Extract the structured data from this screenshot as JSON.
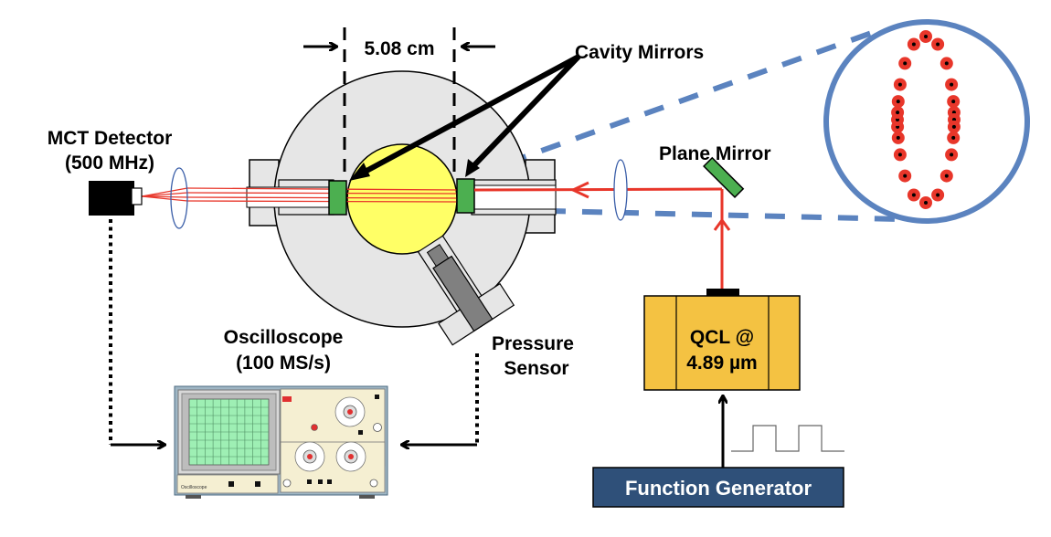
{
  "title": "Cavity-enhanced QCL absorption setup",
  "labels": {
    "detector_line1": "MCT Detector",
    "detector_line2": "(500 MHz)",
    "cavity_length": "5.08 cm",
    "cavity_mirrors": "Cavity Mirrors",
    "plane_mirror": "Plane Mirror",
    "oscilloscope_line1": "Oscilloscope",
    "oscilloscope_line2": "(100 MS/s)",
    "pressure_line1": "Pressure",
    "pressure_line2": "Sensor",
    "qcl_line1": "QCL @",
    "qcl_line2": "4.89 µm",
    "function_generator": "Function Generator",
    "oscilloscope_brand": "Oscilloscope"
  },
  "colors": {
    "beam": "#e8362a",
    "mirror": "#4caf50",
    "cavity_body": "#e6e6e6",
    "cavity_core": "#ffff66",
    "qcl": "#f4c242",
    "function_generator": "#2f5079",
    "zoom_callout": "#5b83bf",
    "sensor": "#808080"
  },
  "spot_pattern": {
    "description": "Re-entrant beam spot pattern on cavity mirror",
    "spot_count": 24
  }
}
